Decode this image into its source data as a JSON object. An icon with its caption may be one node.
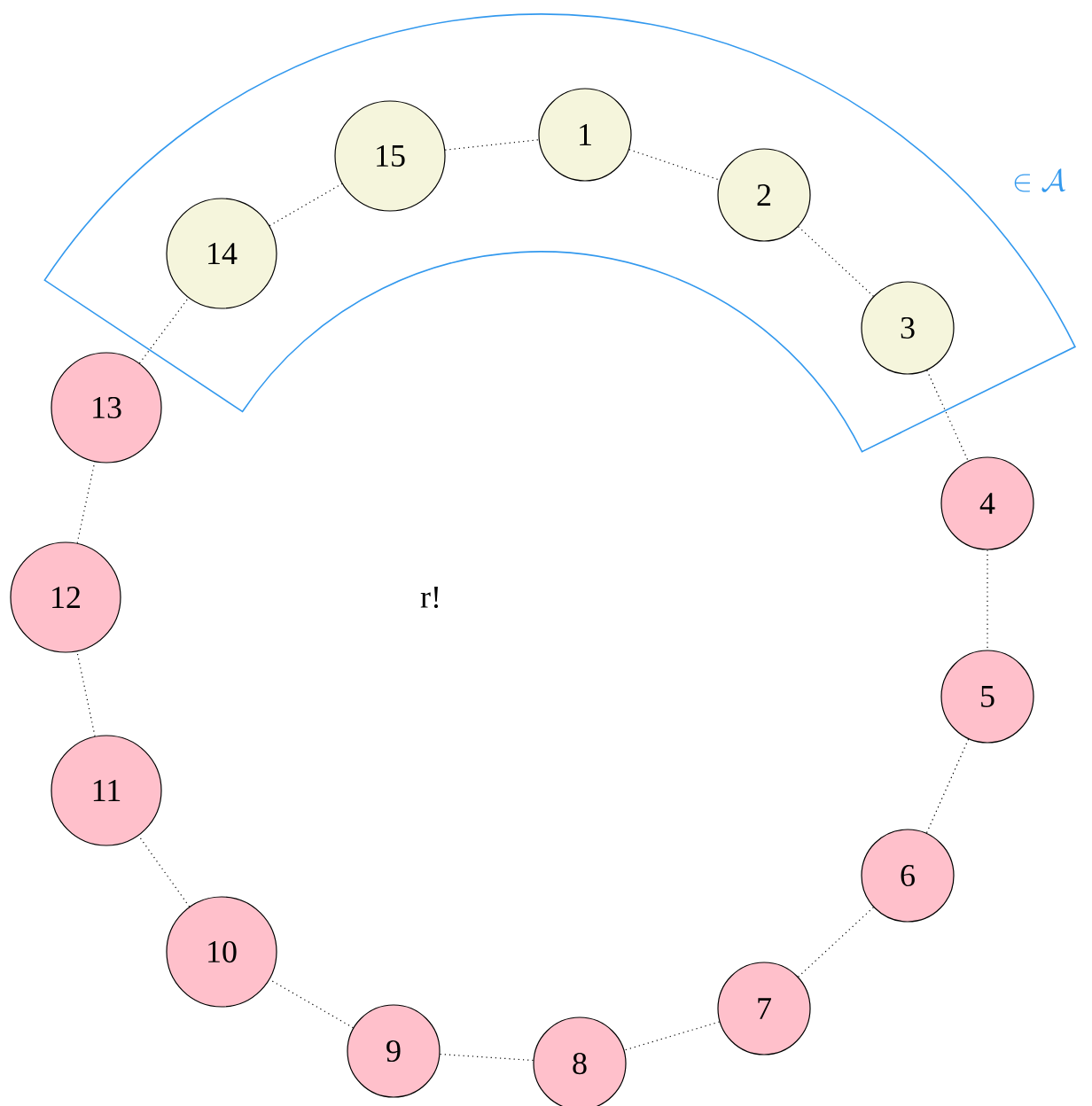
{
  "diagram": {
    "nodes": [
      {
        "text": [
          "\\in \\mathcal{A}"
        ]
      },
      {
        "text": [
          "1"
        ],
        "in": 0
      },
      {
        "text": [
          "2"
        ],
        "in": 0
      },
      {
        "text": [
          "3"
        ],
        "in": 0
      },
      {
        "text": [
          "4"
        ]
      },
      {
        "text": [
          "5"
        ]
      },
      {
        "text": [
          "6"
        ]
      },
      {
        "text": [
          "7"
        ]
      },
      {
        "text": [
          "8"
        ]
      },
      {
        "text": [
          "9"
        ]
      },
      {
        "text": [
          "10"
        ]
      },
      {
        "text": [
          "11"
        ]
      },
      {
        "text": [
          "12"
        ]
      },
      {
        "text": [
          "13"
        ]
      },
      {
        "text": [
          "14"
        ],
        "in": 0
      },
      {
        "text": [
          "15"
        ],
        "in": 0
      }
    ],
    "edges": [
      {
        "from": 1,
        "to": 2,
        "arrow": "none"
      },
      {
        "from": 2,
        "to": 3,
        "arrow": "none"
      },
      {
        "from": 3,
        "to": 4,
        "arrow": "none"
      },
      {
        "from": 4,
        "to": 5,
        "arrow": "none"
      },
      {
        "from": 5,
        "to": 6,
        "arrow": "none"
      },
      {
        "from": 6,
        "to": 7,
        "arrow": "none"
      },
      {
        "from": 7,
        "to": 8,
        "arrow": "none"
      },
      {
        "from": 8,
        "to": 9,
        "arrow": "none"
      },
      {
        "from": 9,
        "to": 10,
        "arrow": "none"
      },
      {
        "from": 10,
        "to": 11,
        "arrow": "none"
      },
      {
        "from": 11,
        "to": 12,
        "arrow": "none"
      },
      {
        "from": 12,
        "to": 13,
        "arrow": "none"
      },
      {
        "from": 13,
        "to": 14,
        "arrow": "none"
      },
      {
        "from": 14,
        "to": 15,
        "arrow": "none"
      },
      {
        "from": 15,
        "to": 1,
        "arrow": "none"
      }
    ],
    "labels": [
      "r!"
    ]
  }
}
